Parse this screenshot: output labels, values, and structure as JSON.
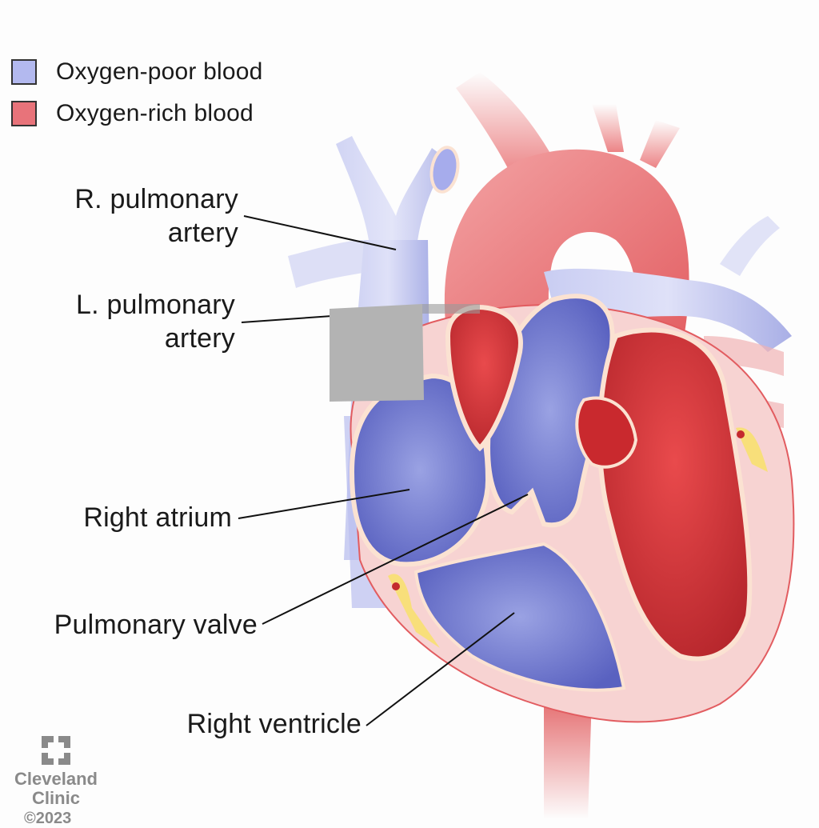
{
  "legend": {
    "items": [
      {
        "label": "Oxygen-poor blood",
        "color": "#b3b9ef"
      },
      {
        "label": "Oxygen-rich blood",
        "color": "#e8737a"
      }
    ]
  },
  "labels": {
    "r_pulmonary_artery": {
      "line1": "R. pulmonary",
      "line2": "artery"
    },
    "l_pulmonary_artery": {
      "line1": "L. pulmonary",
      "line2": "artery"
    },
    "right_atrium": "Right atrium",
    "pulmonary_valve": "Pulmonary valve",
    "right_ventricle": "Right ventricle"
  },
  "colors": {
    "oxygen_poor": "#6a72c9",
    "oxygen_poor_light": "#c5c9f0",
    "oxygen_rich": "#d9363a",
    "oxygen_rich_light": "#ec7e80",
    "muscle": "#f7d4d3",
    "wall": "#fbe9dc",
    "occluder": "#b3b3b3"
  },
  "logo": {
    "line1": "Cleveland",
    "line2": "Clinic",
    "copyright": "©2023"
  }
}
